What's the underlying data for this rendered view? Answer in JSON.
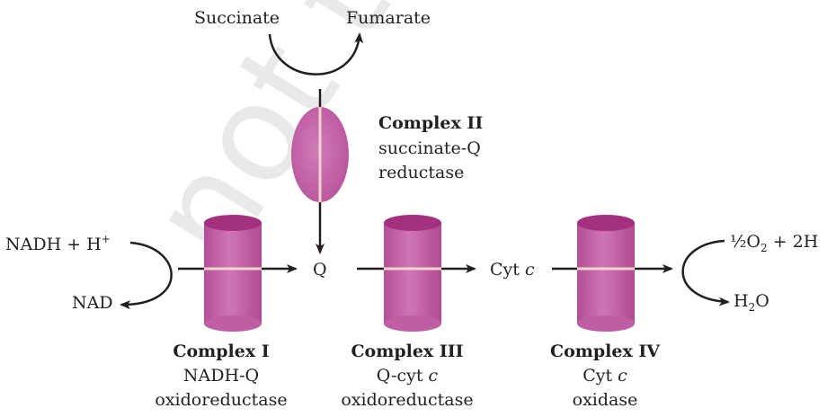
{
  "watermark": "not to",
  "top": {
    "succinate": "Succinate",
    "fumarate": "Fumarate"
  },
  "complex2": {
    "title": "Complex II",
    "line1": "succinate-Q",
    "line2": "reductase"
  },
  "left": {
    "nadh": "NADH + H",
    "nadh_sup": "+",
    "nad": "NAD"
  },
  "q_label": "Q",
  "cytc": {
    "text": "Cyt ",
    "italic": "c"
  },
  "right": {
    "half": "½O",
    "half_sub": "2",
    "half_rest": " + 2H",
    "water_h": "H",
    "water_sub": "2",
    "water_o": "O"
  },
  "complex1": {
    "title": "Complex I",
    "line1": "NADH-Q",
    "line2": "oxidoreductase"
  },
  "complex3": {
    "title": "Complex III",
    "line1_text": "Q-cyt ",
    "line1_italic": "c",
    "line2": "oxidoreductase"
  },
  "complex4": {
    "title": "Complex IV",
    "line1_text": "Cyt ",
    "line1_italic": "c",
    "line2": "oxidase"
  },
  "colors": {
    "cylinder_top": "#a3317e",
    "cylinder_body": "#c361a6",
    "stripe": "#f6d4cb",
    "arrow": "#231f20"
  }
}
